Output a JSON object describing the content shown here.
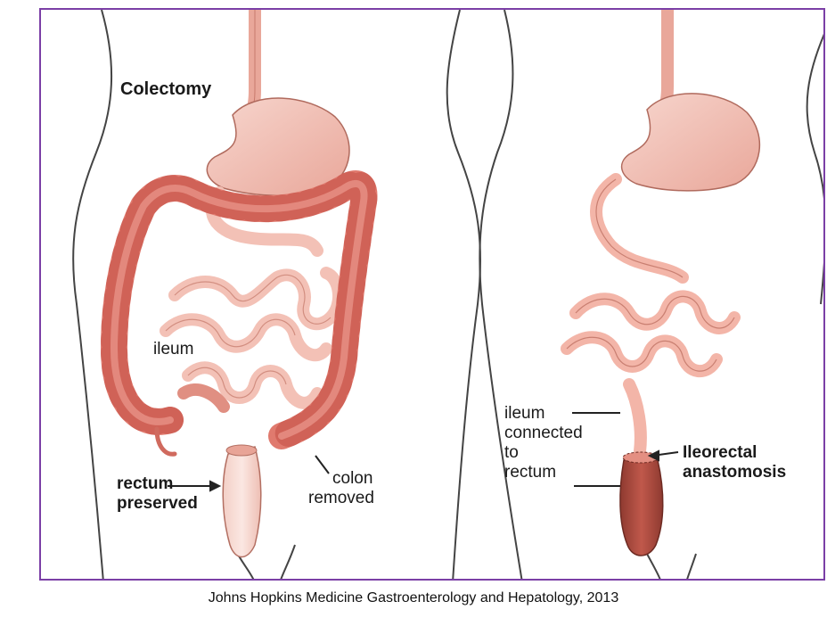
{
  "left_panel": {
    "title": "Colectomy",
    "ileum_label": "ileum",
    "rectum_label_line1": "rectum",
    "rectum_label_line2": "preserved",
    "colon_label_line1": "colon",
    "colon_label_line2": "removed"
  },
  "right_panel": {
    "ileum_connected_line1": "ileum",
    "ileum_connected_line2": "connected",
    "ileum_connected_line3": "to",
    "ileum_connected_line4": "rectum",
    "anastomosis_line1": "Ileorectal",
    "anastomosis_line2": "anastomosis"
  },
  "caption": "Johns Hopkins Medicine Gastroenterology and Hepatology, 2013",
  "colors": {
    "border": "#7b3fa6",
    "colon": "#e07a6e",
    "colon_dark": "#c24f45",
    "small_intestine": "#f3c1b6",
    "stomach": "#efb8ad",
    "rectum": "#a84a3e",
    "outline": "#555555"
  }
}
